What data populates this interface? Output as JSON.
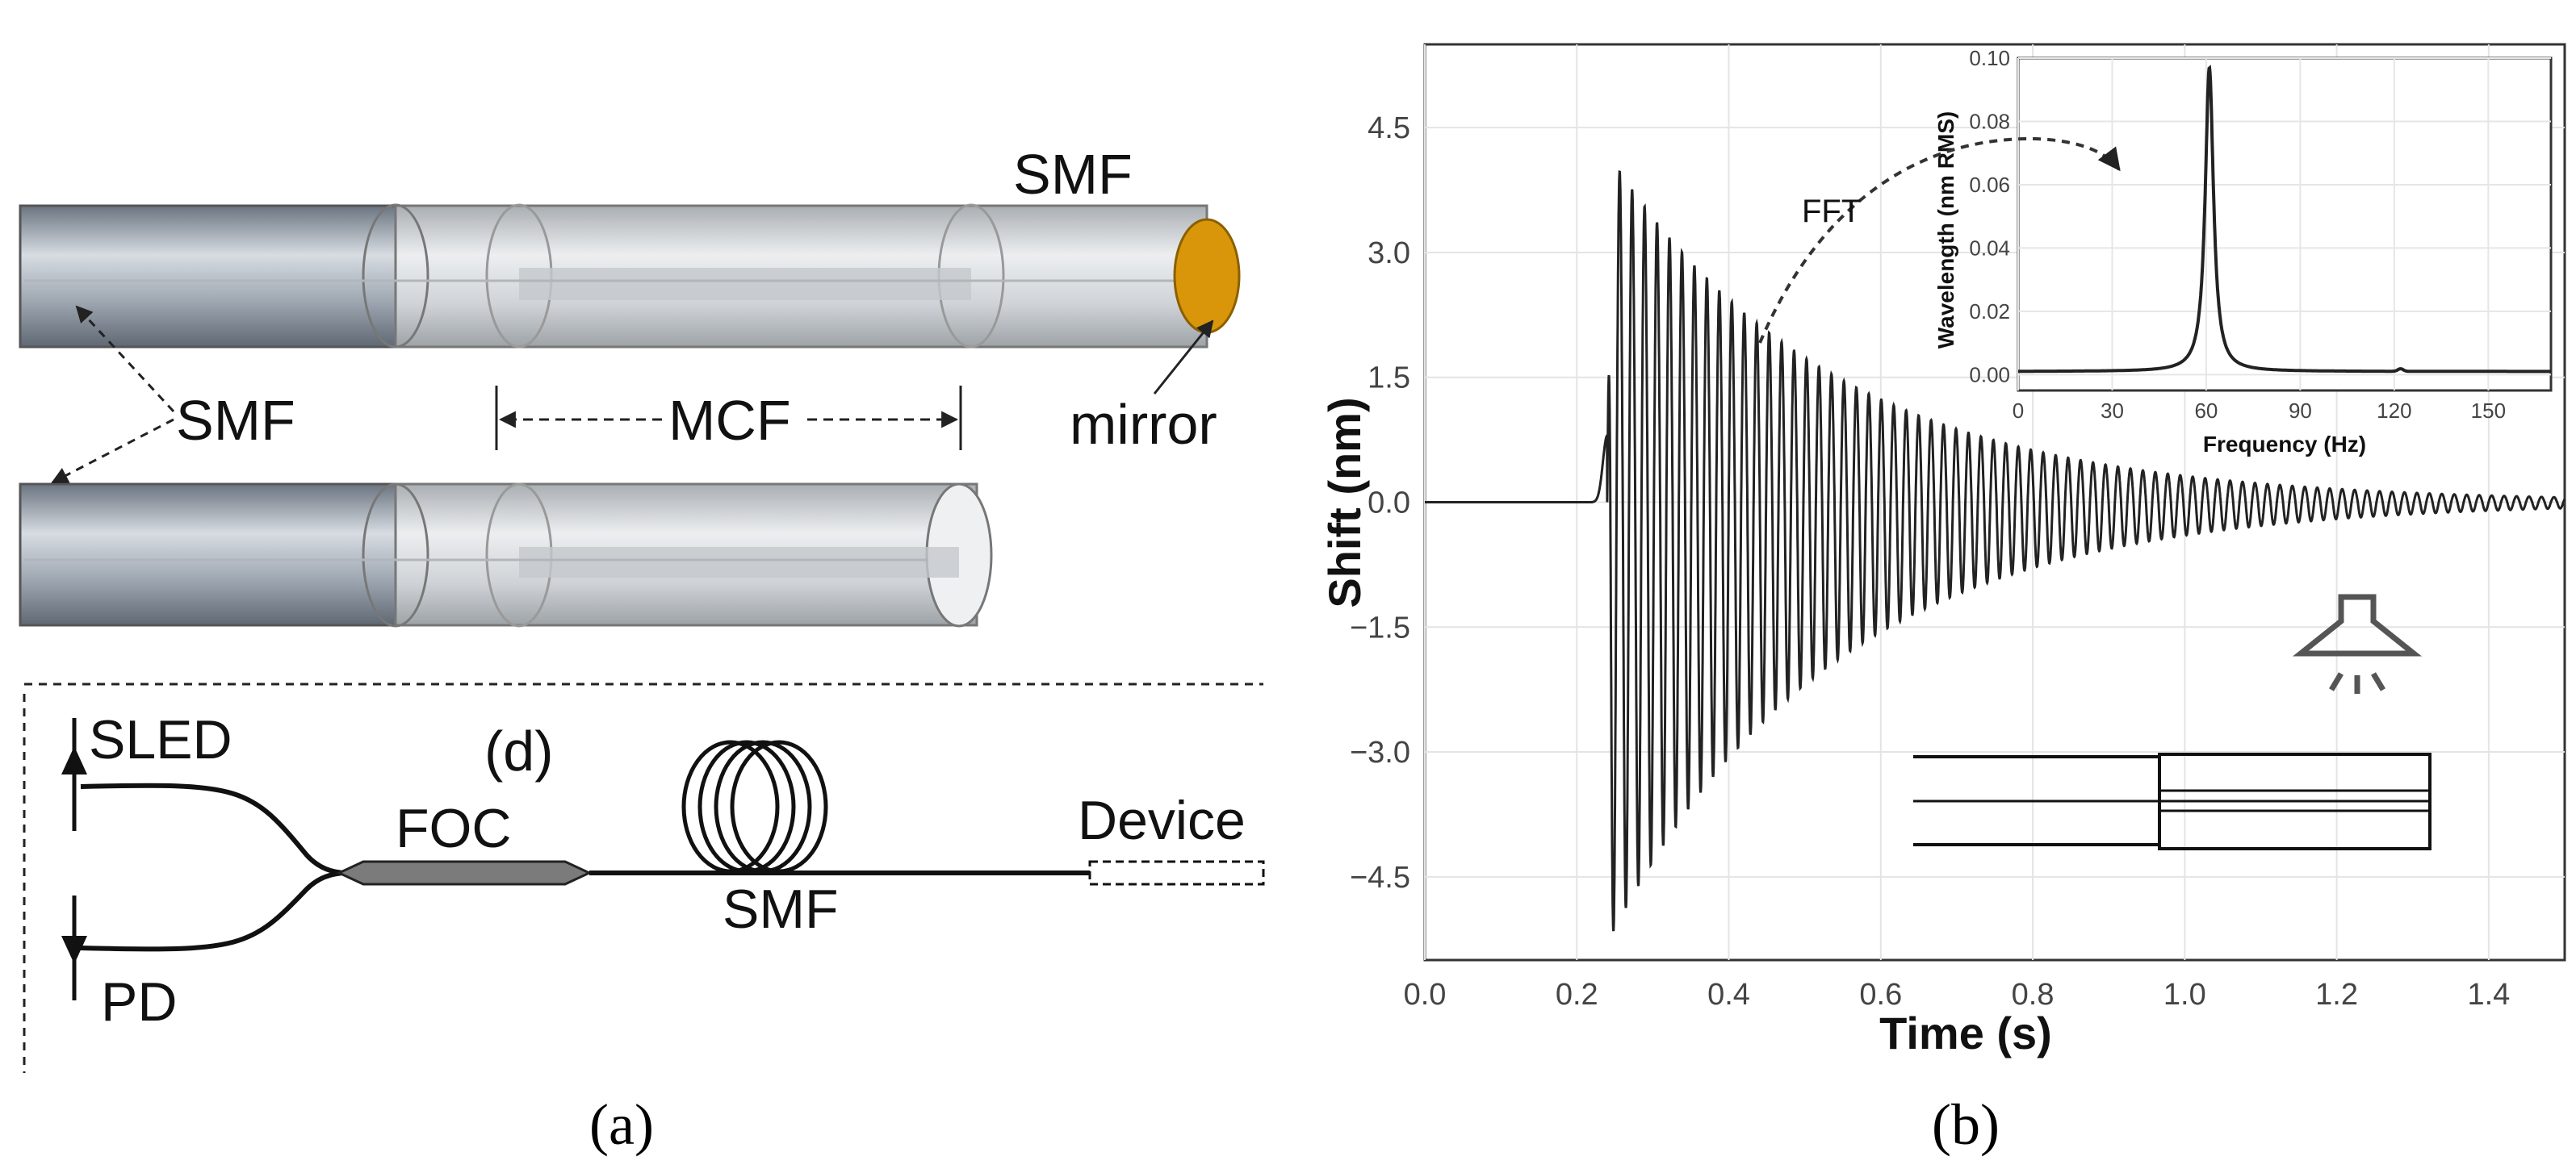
{
  "panel_a": {
    "label_smf_top": "SMF",
    "label_smf_left": "SMF",
    "label_mcf": "MCF",
    "label_mirror": "mirror",
    "label_sled": "SLED",
    "label_pd": "PD",
    "label_d": "(d)",
    "label_foc": "FOC",
    "label_smf_coil": "SMF",
    "label_device": "Device",
    "caption": "(a)",
    "mirror_color": "#D9960A"
  },
  "panel_b": {
    "caption": "(b)",
    "fft_label": "FFT"
  },
  "chart_data": [
    {
      "type": "line",
      "title": "",
      "xlabel": "Time (s)",
      "ylabel": "Shift (nm)",
      "xlim": [
        0,
        1.5
      ],
      "ylim": [
        -5.5,
        5.5
      ],
      "x_ticks": [
        "0.0",
        "0.2",
        "0.4",
        "0.6",
        "0.8",
        "1.0",
        "1.2",
        "1.4"
      ],
      "y_ticks": [
        "4.5",
        "3.0",
        "1.5",
        "0.0",
        "−1.5",
        "−3.0",
        "−4.5"
      ],
      "grid": true,
      "series": [
        {
          "kind": "damped-oscillation",
          "onset_s": 0.24,
          "peak_positive_nm": 4.2,
          "peak_negative_nm": -5.3,
          "frequency_hz": 61,
          "decay_per_s": 3.4,
          "color": "#222222"
        }
      ]
    },
    {
      "type": "line",
      "title": "",
      "xlabel": "Frequency (Hz)",
      "ylabel": "Wavelength (nm RMS)",
      "xlim": [
        0,
        170
      ],
      "ylim": [
        -0.005,
        0.1
      ],
      "x_ticks": [
        "0",
        "30",
        "60",
        "90",
        "120",
        "150"
      ],
      "y_ticks": [
        "0.00",
        "0.02",
        "0.04",
        "0.06",
        "0.08",
        "0.10"
      ],
      "grid": true,
      "series": [
        {
          "kind": "resonance-peak",
          "peak_x": 61,
          "peak_y": 0.097,
          "baseline_y": 0.001,
          "color": "#222222"
        }
      ]
    }
  ]
}
